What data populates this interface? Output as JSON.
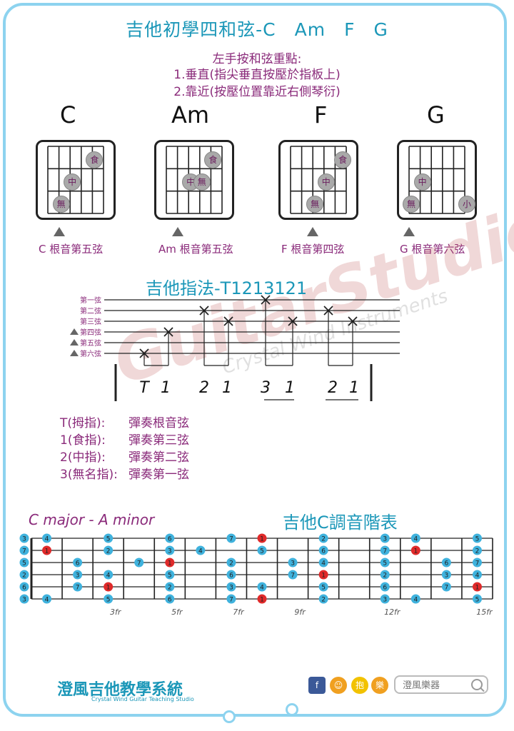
{
  "title": "吉他初學四和弦-C　Am　F　G",
  "tips": {
    "heading": "左手按和弦重點:",
    "line1": "1.垂直(指尖垂直按壓於指板上)",
    "line2": "2.靠近(按壓位置靠近右側琴衍)"
  },
  "chords": [
    {
      "name": "C",
      "root": "C 根音第五弦",
      "fingers": [
        {
          "label": "食",
          "string": 2,
          "fret": 1
        },
        {
          "label": "中",
          "string": 4,
          "fret": 2
        },
        {
          "label": "無",
          "string": 5,
          "fret": 3
        }
      ]
    },
    {
      "name": "Am",
      "root": "Am 根音第五弦",
      "fingers": [
        {
          "label": "食",
          "string": 2,
          "fret": 1
        },
        {
          "label": "中",
          "string": 4,
          "fret": 2
        },
        {
          "label": "無",
          "string": 3,
          "fret": 2
        }
      ]
    },
    {
      "name": "F",
      "root": "F 根音第四弦",
      "fingers": [
        {
          "label": "食",
          "string": 1.5,
          "fret": 1
        },
        {
          "label": "中",
          "string": 3,
          "fret": 2
        },
        {
          "label": "無",
          "string": 4,
          "fret": 3
        }
      ]
    },
    {
      "name": "G",
      "root": "G 根音第六弦",
      "fingers": [
        {
          "label": "中",
          "string": 5,
          "fret": 2
        },
        {
          "label": "無",
          "string": 6,
          "fret": 3
        },
        {
          "label": "小",
          "string": 1,
          "fret": 3
        }
      ]
    }
  ],
  "fingering": {
    "title": "吉他指法-T1213121",
    "strings": [
      "第一弦",
      "第二弦",
      "第三弦",
      "第四弦",
      "第五弦",
      "第六弦"
    ],
    "pattern": [
      "T",
      "1",
      "2",
      "1",
      "3",
      "1",
      "2",
      "1"
    ],
    "pattern_strings": [
      5,
      3,
      1,
      2,
      0,
      2,
      1,
      2
    ]
  },
  "legend": [
    {
      "key": "T(拇指):",
      "desc": "彈奏根音弦"
    },
    {
      "key": "1(食指):",
      "desc": "彈奏第三弦"
    },
    {
      "key": "2(中指):",
      "desc": "彈奏第二弦"
    },
    {
      "key": "3(無名指):",
      "desc": "彈奏第一弦"
    }
  ],
  "scale": {
    "title": "C major - A minor",
    "title2": "吉他C調音階表",
    "open": [
      "3",
      "7",
      "5",
      "2",
      "6",
      "3"
    ],
    "fret_labels": [
      {
        "fret": 3,
        "label": "3fr"
      },
      {
        "fret": 5,
        "label": "5fr"
      },
      {
        "fret": 7,
        "label": "7fr"
      },
      {
        "fret": 9,
        "label": "9fr"
      },
      {
        "fret": 12,
        "label": "12fr"
      },
      {
        "fret": 15,
        "label": "15fr"
      }
    ],
    "notes": [
      [
        1,
        0,
        "4"
      ],
      [
        3,
        0,
        "5"
      ],
      [
        5,
        0,
        "6"
      ],
      [
        7,
        0,
        "7"
      ],
      [
        8,
        0,
        "1"
      ],
      [
        10,
        0,
        "2"
      ],
      [
        12,
        0,
        "3"
      ],
      [
        13,
        0,
        "4"
      ],
      [
        15,
        0,
        "5"
      ],
      [
        1,
        1,
        "1"
      ],
      [
        3,
        1,
        "2"
      ],
      [
        5,
        1,
        "3"
      ],
      [
        6,
        1,
        "4"
      ],
      [
        8,
        1,
        "5"
      ],
      [
        10,
        1,
        "6"
      ],
      [
        12,
        1,
        "7"
      ],
      [
        13,
        1,
        "1"
      ],
      [
        15,
        1,
        "2"
      ],
      [
        2,
        2,
        "6"
      ],
      [
        4,
        2,
        "7"
      ],
      [
        5,
        2,
        "1"
      ],
      [
        7,
        2,
        "2"
      ],
      [
        9,
        2,
        "3"
      ],
      [
        10,
        2,
        "4"
      ],
      [
        12,
        2,
        "5"
      ],
      [
        14,
        2,
        "6"
      ],
      [
        15,
        2,
        "7"
      ],
      [
        2,
        3,
        "3"
      ],
      [
        3,
        3,
        "4"
      ],
      [
        5,
        3,
        "5"
      ],
      [
        7,
        3,
        "6"
      ],
      [
        9,
        3,
        "7"
      ],
      [
        10,
        3,
        "1"
      ],
      [
        12,
        3,
        "2"
      ],
      [
        14,
        3,
        "3"
      ],
      [
        15,
        3,
        "4"
      ],
      [
        2,
        4,
        "7"
      ],
      [
        3,
        4,
        "1"
      ],
      [
        5,
        4,
        "2"
      ],
      [
        7,
        4,
        "3"
      ],
      [
        8,
        4,
        "4"
      ],
      [
        10,
        4,
        "5"
      ],
      [
        12,
        4,
        "6"
      ],
      [
        14,
        4,
        "7"
      ],
      [
        15,
        4,
        "1"
      ],
      [
        1,
        5,
        "4"
      ],
      [
        3,
        5,
        "5"
      ],
      [
        5,
        5,
        "6"
      ],
      [
        7,
        5,
        "7"
      ],
      [
        8,
        5,
        "1"
      ],
      [
        10,
        5,
        "2"
      ],
      [
        12,
        5,
        "3"
      ],
      [
        13,
        5,
        "4"
      ],
      [
        15,
        5,
        "5"
      ]
    ],
    "root_note": "1",
    "colors": {
      "note": "#3fb2dd",
      "root": "#e02a2a"
    }
  },
  "watermark": {
    "big": "GuitarStudio",
    "small": "Crystal Wind Instruments"
  },
  "footer": {
    "brand": "澄風吉他教學系統",
    "brand_sub": "Crystal Wind Guitar Teaching Studio",
    "social": [
      {
        "icon": "facebook-icon",
        "glyph": "f",
        "color": "#3b5998"
      },
      {
        "icon": "mascot-icon",
        "glyph": "☺",
        "color": "#f0a020"
      },
      {
        "icon": "hug-icon",
        "glyph": "抱",
        "color": "#f2c200"
      },
      {
        "icon": "store-icon",
        "glyph": "樂",
        "color": "#f0a020"
      }
    ],
    "search_placeholder": "澄風樂器"
  }
}
